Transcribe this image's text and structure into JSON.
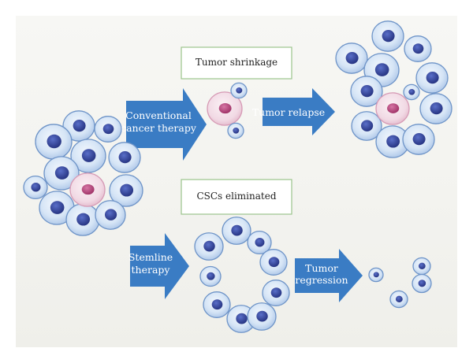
{
  "top_box": "Tumor shrinkage",
  "bottom_box": "CSCs eliminated",
  "arrows": {
    "conventional": [
      "Conventional",
      "cancer therapy"
    ],
    "relapse": [
      "Tumor relapse"
    ],
    "stemline": [
      "Stemline",
      "therapy"
    ],
    "regression": [
      "Tumor",
      "regression"
    ]
  },
  "colors": {
    "arrow": "#3a7cc4",
    "cell_fill": "#cfe0f4",
    "cell_stroke": "#6e94c8",
    "nucleus": "#2d3f94",
    "stem_fill": "#f3dce6",
    "stem_stroke": "#d69ab5",
    "stem_nucleus": "#b03a73",
    "box_border": "#9bc48c"
  }
}
